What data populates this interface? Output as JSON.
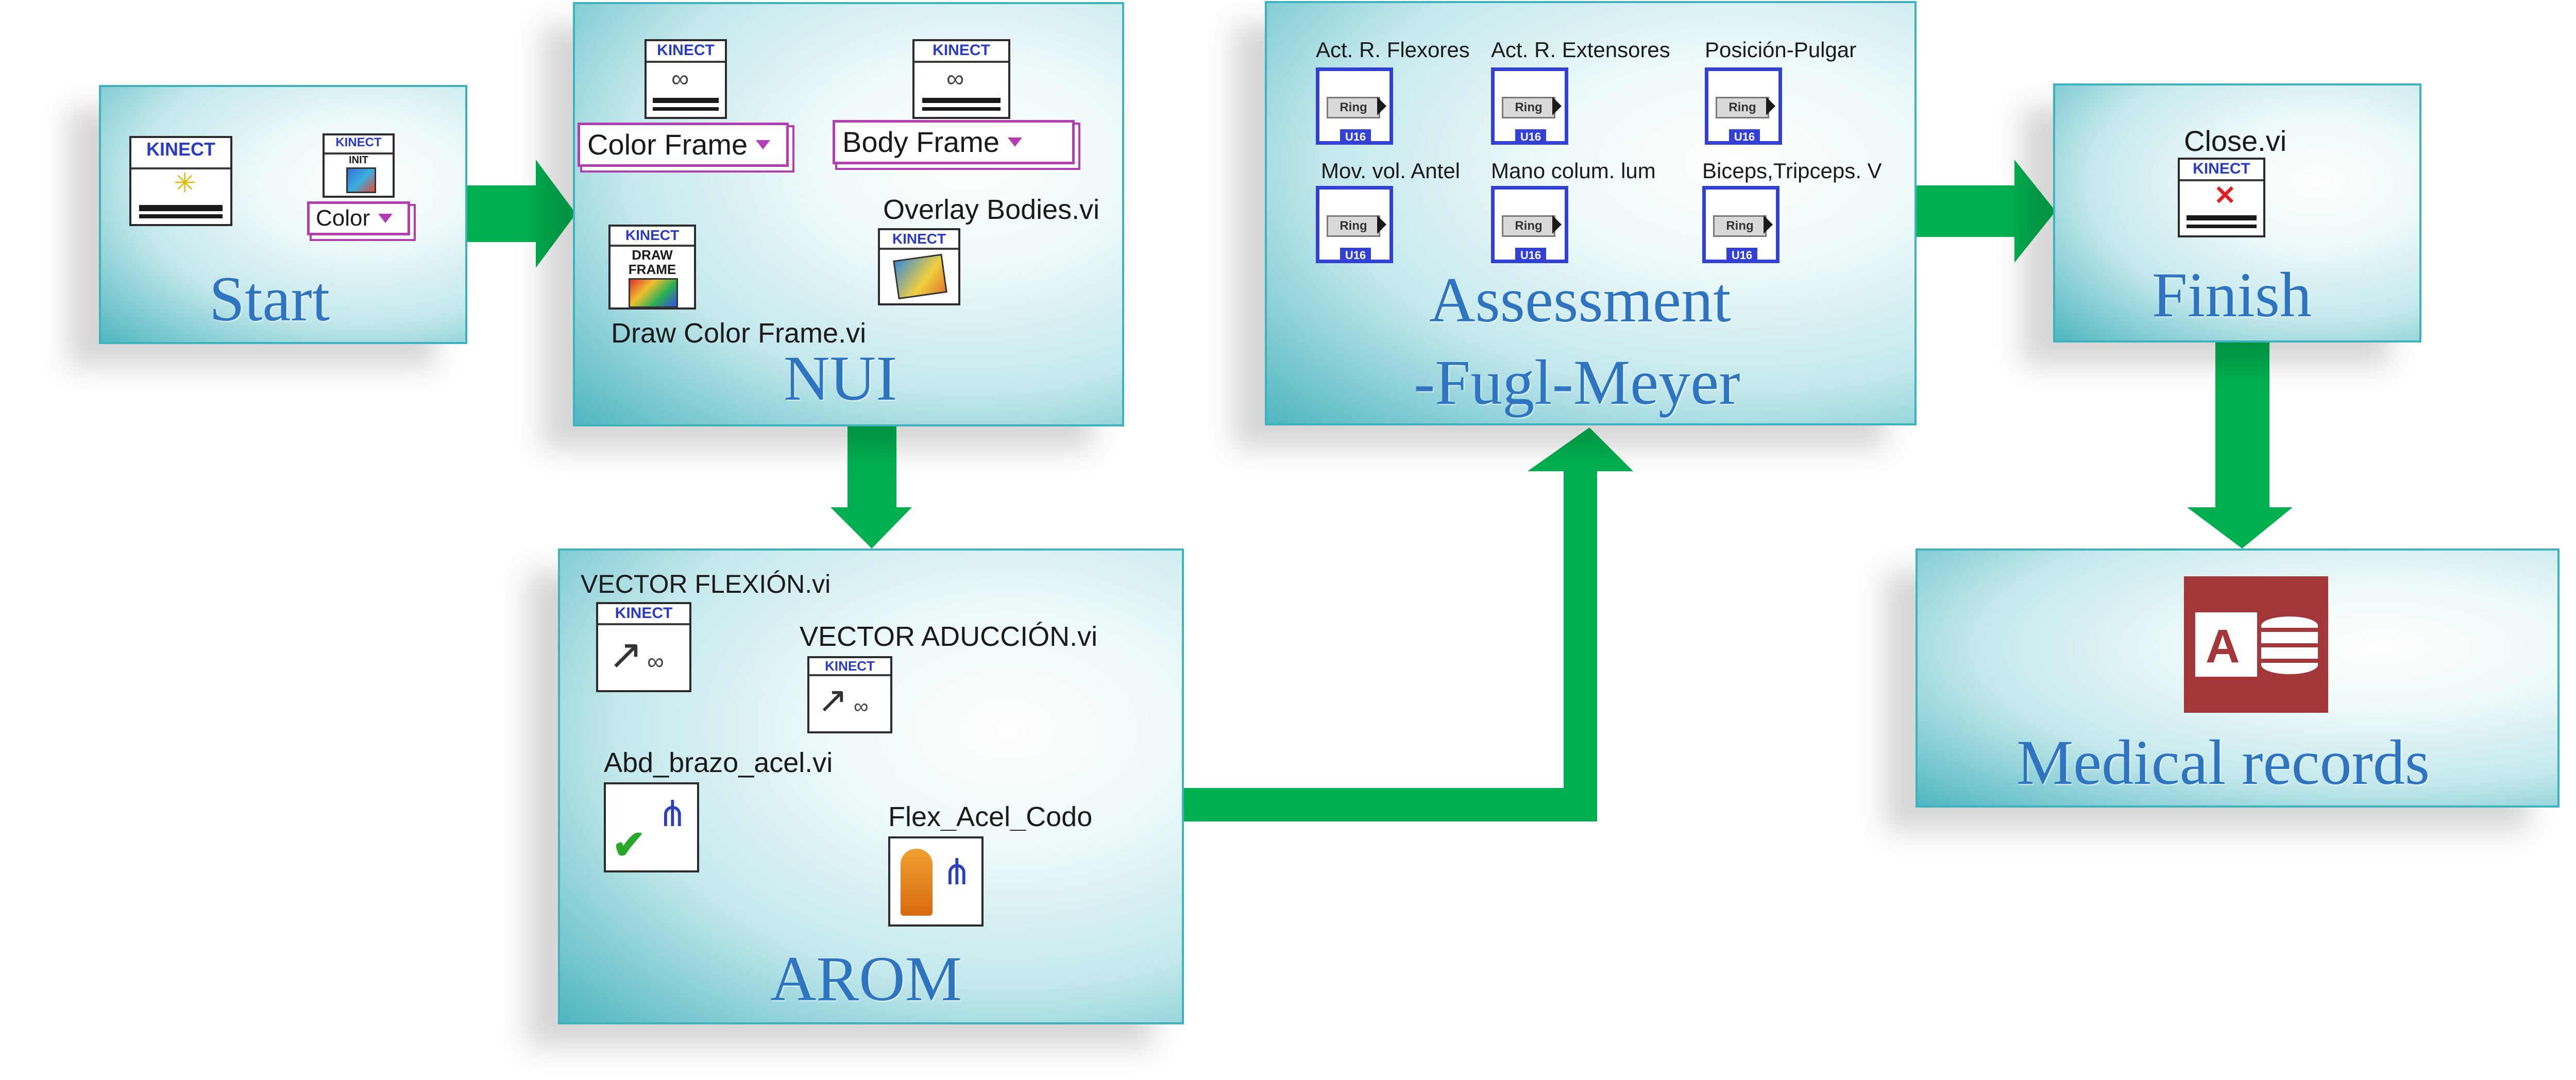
{
  "start": {
    "title": "Start",
    "color_dropdown": "Color"
  },
  "nui": {
    "title": "NUI",
    "color_frame_dropdown": "Color Frame",
    "body_frame_dropdown": "Body Frame",
    "overlay_label": "Overlay Bodies.vi",
    "draw_color_label": "Draw Color Frame.vi"
  },
  "arom": {
    "title": "AROM",
    "vector_flexion_label": "VECTOR FLEXIÓN.vi",
    "vector_aduccion_label": "VECTOR ADUCCIÓN.vi",
    "abd_brazo_label": "Abd_brazo_acel.vi",
    "flex_acel_label": "Flex_Acel_Codo"
  },
  "assessment": {
    "title_line1": "Assessment",
    "title_line2": "-Fugl-Meyer",
    "rings": [
      {
        "label": "Act. R. Flexores"
      },
      {
        "label": "Act. R. Extensores"
      },
      {
        "label": "Posición-Pulgar"
      },
      {
        "label": "Mov. vol. Antel"
      },
      {
        "label": "Mano colum. lum"
      },
      {
        "label": "Biceps,Tripceps. V"
      }
    ],
    "ring_text": "Ring",
    "ring_badge": "U16"
  },
  "finish": {
    "title": "Finish",
    "close_label": "Close.vi"
  },
  "records": {
    "title": "Medical records",
    "access_letter": "A"
  },
  "icons": {
    "kinect_label": "KINECT",
    "init_label": "INIT",
    "draw_label": "DRAW",
    "frame_label": "FRAME"
  },
  "colors": {
    "arrow": "#00b050",
    "panel_border": "#3fb3bd",
    "title": "#2e74c0",
    "access": "#a4373a"
  }
}
